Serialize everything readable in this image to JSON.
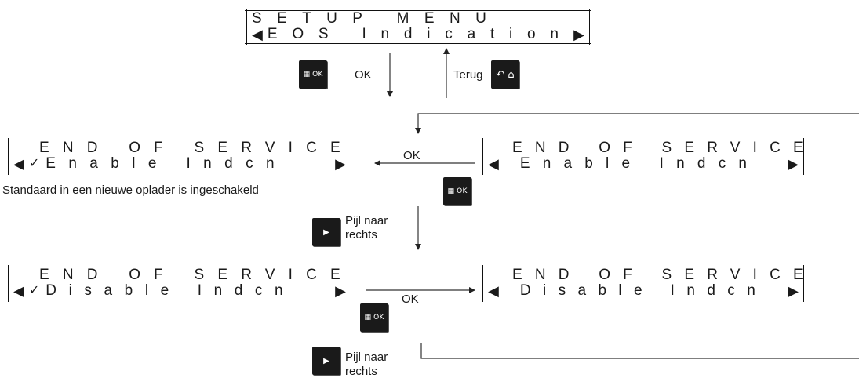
{
  "setup_lcd": {
    "line1": "SETUP MENU",
    "line2": "EOS Indication"
  },
  "enable_checked_lcd": {
    "line1": "END OF SERVICE",
    "check": "✓",
    "line2": "Enable Indcn"
  },
  "enable_lcd": {
    "line1": "END OF SERVICE",
    "line2": "Enable Indcn"
  },
  "disable_checked_lcd": {
    "line1": "END OF SERVICE",
    "check": "✓",
    "line2": "Disable Indcn"
  },
  "disable_lcd": {
    "line1": "END OF SERVICE",
    "line2": "Disable Indcn"
  },
  "labels": {
    "ok_top": "OK",
    "back": "Terug",
    "ok_middle": "OK",
    "ok_lower": "OK",
    "arrow_right_1_line1": "Pijl naar",
    "arrow_right_1_line2": "rechts",
    "arrow_right_2_line1": "Pijl naar",
    "arrow_right_2_line2": "rechts"
  },
  "notes": {
    "default_state": "Standaard in een nieuwe oplader is ingeschakeld"
  },
  "buttons": {
    "ok_text": "OK"
  },
  "icons": {
    "left": "left-triangle-icon",
    "right": "right-triangle-icon",
    "ok_grid": "menu-grid-icon",
    "back": "back-arrow-icon",
    "home": "home-icon",
    "play": "play-icon"
  }
}
